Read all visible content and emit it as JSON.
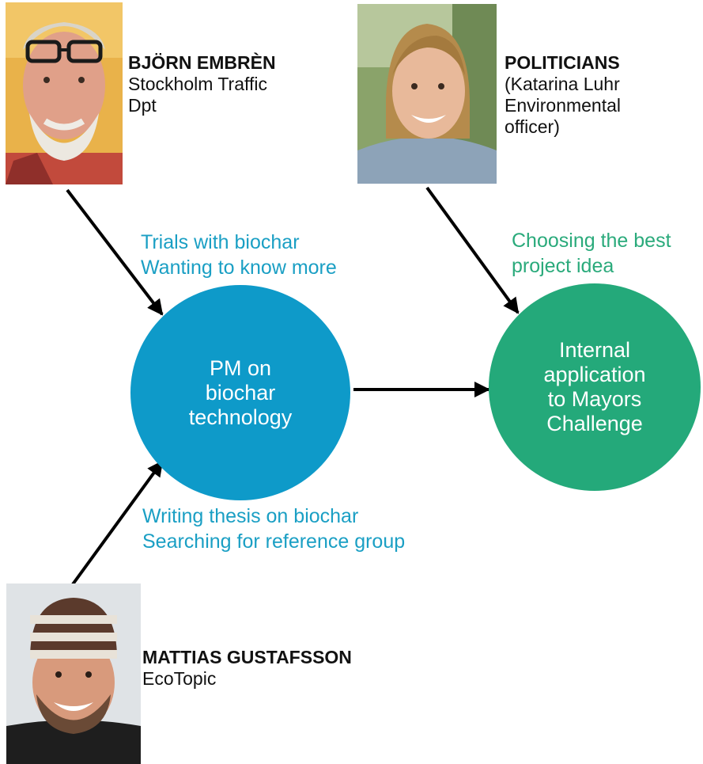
{
  "people": {
    "bjorn": {
      "name": "BJÖRN EMBRÈN",
      "lines": [
        "Stockholm Traffic",
        "Dpt"
      ]
    },
    "politicians": {
      "name": "POLITICIANS",
      "lines": [
        "(Katarina Luhr",
        "Environmental",
        "officer)"
      ]
    },
    "mattias": {
      "name": "MATTIAS GUSTAFSSON",
      "lines": [
        "EcoTopic"
      ]
    }
  },
  "notes": {
    "trials": {
      "lines": [
        "Trials with biochar",
        "Wanting to know more"
      ],
      "color": "#1a9fc4"
    },
    "choosing": {
      "lines": [
        "Choosing the best",
        "project idea"
      ],
      "color": "#2aaa7b"
    },
    "thesis": {
      "lines": [
        "Writing thesis on biochar",
        "Searching for reference group"
      ],
      "color": "#1a9fc4"
    }
  },
  "nodes": {
    "pm": {
      "lines": [
        "PM on",
        "biochar",
        "technology"
      ],
      "color": "#0e9ac9"
    },
    "internal": {
      "lines": [
        "Internal",
        "application",
        "to Mayors",
        "Challenge"
      ],
      "color": "#24a97a"
    }
  },
  "icons": {
    "bjorn_photo": "bearded-man-with-glasses-photo",
    "politician_photo": "smiling-woman-photo",
    "mattias_photo": "man-in-knit-hat-photo"
  }
}
